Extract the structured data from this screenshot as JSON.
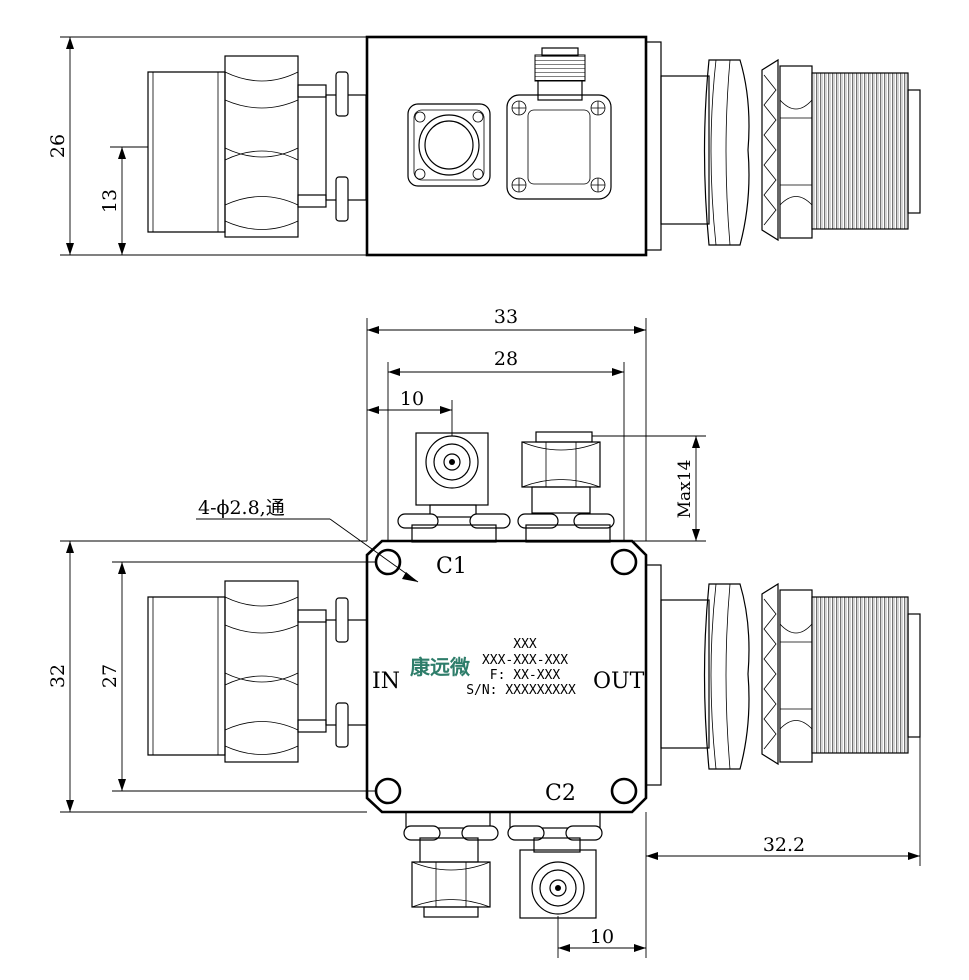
{
  "dimensions": {
    "top_height": "26",
    "top_half": "13",
    "width_33": "33",
    "width_28": "28",
    "offset_10_top": "10",
    "max_height": "Max14",
    "hole_note": "4-ϕ2.8,通",
    "height_32": "32",
    "height_27": "27",
    "length_32_2": "32.2",
    "offset_10_bottom": "10"
  },
  "labels": {
    "c1": "C1",
    "c2": "C2",
    "in": "IN",
    "out": "OUT"
  },
  "nameplate": {
    "brand": "康远微",
    "line1": "XXX",
    "line2": "XXX-XXX-XXX",
    "line3": "F: XX-XXX",
    "line4": "S/N: XXXXXXXXX"
  },
  "colors": {
    "brand": "#2e7d6a",
    "line": "#000000"
  }
}
